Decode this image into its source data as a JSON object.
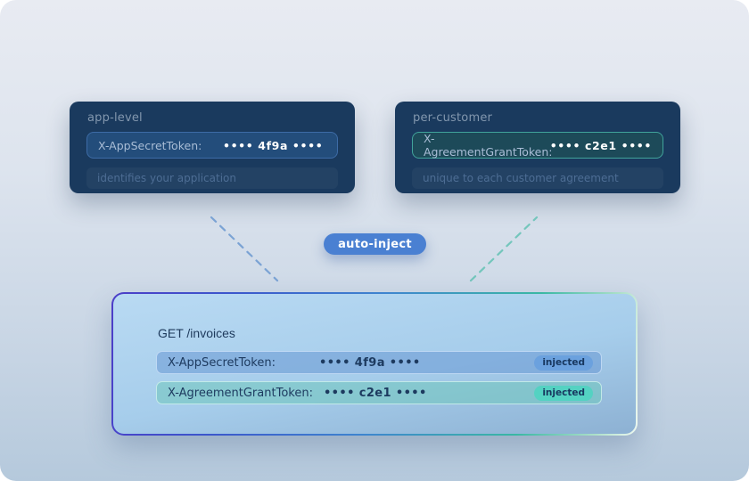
{
  "cards": [
    {
      "title": "app-level",
      "header_name": "X-AppSecretToken:",
      "header_value": "•••• 4f9a ••••",
      "caption": "identifies your application",
      "accent_color": "#3d6ba6"
    },
    {
      "title": "per-customer",
      "header_name": "X-AgreementGrantToken:",
      "header_value": "•••• c2e1 ••••",
      "caption": "unique to each customer agreement",
      "accent_color": "#41a39b"
    }
  ],
  "pill": {
    "label": "auto-inject",
    "color": "#4a80d2"
  },
  "request": {
    "title": "GET /invoices",
    "rows": [
      {
        "name": "X-AppSecretToken:",
        "value": "•••• 4f9a ••••",
        "badge": "injected",
        "variant": "blue",
        "badge_color": "#6ba1de"
      },
      {
        "name": "X-AgreementGrantToken:",
        "value": "•••• c2e1 ••••",
        "badge": "injected",
        "variant": "teal",
        "badge_color": "#54d2c2"
      }
    ],
    "border_gradient": [
      "#4c3ec8",
      "#3e85cf",
      "#3ab8a4",
      "#eef8f0"
    ]
  },
  "colors": {
    "card_background": "#1a3a5e",
    "canvas_top": "#e8ebf2",
    "canvas_bottom": "#b5c9dc",
    "connector_left": "#7ba3d4",
    "connector_right": "#74c6bc"
  }
}
